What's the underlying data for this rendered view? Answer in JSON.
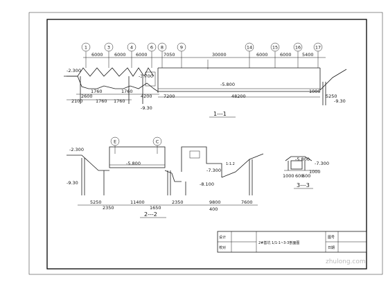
{
  "section1": {
    "name": "1---1",
    "axes": [
      "1",
      "3",
      "4",
      "6",
      "8",
      "9",
      "14",
      "15",
      "16",
      "17"
    ],
    "spans_top": [
      "6000",
      "6000",
      "6000",
      "7050",
      "30000",
      "6000",
      "6000",
      "5400"
    ],
    "dims_bottom1": [
      "2600",
      "1760",
      "1760",
      "4200",
      "7200",
      "48200",
      "1000",
      "5250"
    ],
    "dims_bottom2": [
      "2100",
      "1760",
      "1760"
    ],
    "levels": [
      "-2.300",
      "-3.700",
      "-5.800",
      "-9.30",
      "-9.30"
    ]
  },
  "section2": {
    "name": "2---2",
    "axes": [
      "E",
      "C"
    ],
    "levels": [
      "-2.300",
      "-5.800",
      "-7.300",
      "-8.100",
      "-9.30"
    ],
    "dims_bottom": [
      "5250",
      "11400",
      "2350",
      "9800",
      "7600"
    ],
    "dims_sub": [
      "2350",
      "1650",
      "400"
    ],
    "slope": "1:1.2"
  },
  "section3": {
    "name": "3---3",
    "levels": [
      "-5.800",
      "-7.300"
    ],
    "dims": [
      "1000",
      "1000",
      "600",
      "600"
    ]
  },
  "title_block": {
    "drawing_title": "2#基坑 1/1-1~3-3剖面图",
    "row_labels": [
      "设计",
      "校对"
    ],
    "right_labels": [
      "图号",
      "日期"
    ]
  },
  "watermark": "zhulong.com"
}
